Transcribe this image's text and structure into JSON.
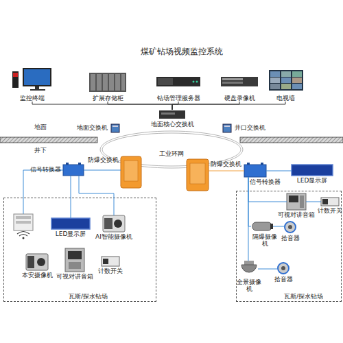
{
  "diagram": {
    "title": "煤矿钻场视频监控系统",
    "nodes": [
      {
        "text": [
          "监控终端"
        ]
      },
      {
        "text": [
          "扩展存储柜"
        ]
      },
      {
        "text": [
          "钻场管理服务器"
        ]
      },
      {
        "text": [
          "硬盘录像机"
        ]
      },
      {
        "text": [
          "电视墙"
        ]
      },
      {
        "text": [
          "地面交换机"
        ]
      },
      {
        "text": [
          "地面核心交换机"
        ]
      },
      {
        "text": [
          "井口交换机"
        ]
      },
      {
        "text": [
          "工业环网"
        ]
      },
      {
        "text": [
          "防爆交换机"
        ]
      },
      {
        "text": [
          "防爆交换机"
        ]
      },
      {
        "text": [
          "信号转换器"
        ]
      },
      {
        "text": [
          "信号转换器"
        ]
      },
      {
        "text": [
          "LED显示屏"
        ]
      },
      {
        "text": [
          "瓦斯/探水钻场"
        ]
      },
      {
        "text": [
          "LED显示屏"
        ],
        "in": 14
      },
      {
        "text": [
          "AI智能摄像机"
        ],
        "in": 14
      },
      {
        "text": [
          "本安摄像机"
        ],
        "in": 14
      },
      {
        "text": [
          "可视对讲音箱"
        ],
        "in": 14
      },
      {
        "text": [
          "计数开关"
        ],
        "in": 14
      },
      {
        "text": [
          "瓦斯/探水钻场"
        ]
      },
      {
        "text": [
          "可视对讲音箱"
        ],
        "in": 20
      },
      {
        "text": [
          "计数开关"
        ],
        "in": 20
      },
      {
        "text": [
          "隔爆摄像机"
        ],
        "in": 20
      },
      {
        "text": [
          "拾音器"
        ],
        "in": 20
      },
      {
        "text": [
          "全景摄像机"
        ],
        "in": 20
      },
      {
        "text": [
          "拾音器"
        ],
        "in": 20
      }
    ],
    "edges": [
      {
        "from": 0,
        "to": 6,
        "arrow": "none"
      },
      {
        "from": 1,
        "to": 6,
        "arrow": "none"
      },
      {
        "from": 2,
        "to": 6,
        "arrow": "none"
      },
      {
        "from": 3,
        "to": 6,
        "arrow": "none"
      },
      {
        "from": 4,
        "to": 6,
        "arrow": "none"
      },
      {
        "from": 11,
        "to": 9,
        "arrow": "none"
      },
      {
        "from": 10,
        "to": 12,
        "arrow": "none"
      },
      {
        "from": 12,
        "to": 13,
        "arrow": "none"
      },
      {
        "from": 11,
        "to": 15,
        "arrow": "none"
      },
      {
        "from": 11,
        "to": 16,
        "arrow": "none"
      },
      {
        "from": 12,
        "to": 21,
        "arrow": "none"
      },
      {
        "from": 21,
        "to": 22,
        "arrow": "none"
      },
      {
        "from": 12,
        "to": 23,
        "arrow": "none"
      },
      {
        "from": 23,
        "to": 24,
        "arrow": "none"
      },
      {
        "from": 12,
        "to": 25,
        "arrow": "none"
      },
      {
        "from": 25,
        "to": 26,
        "arrow": "none"
      }
    ],
    "labels": [
      "地面",
      "井下"
    ]
  }
}
